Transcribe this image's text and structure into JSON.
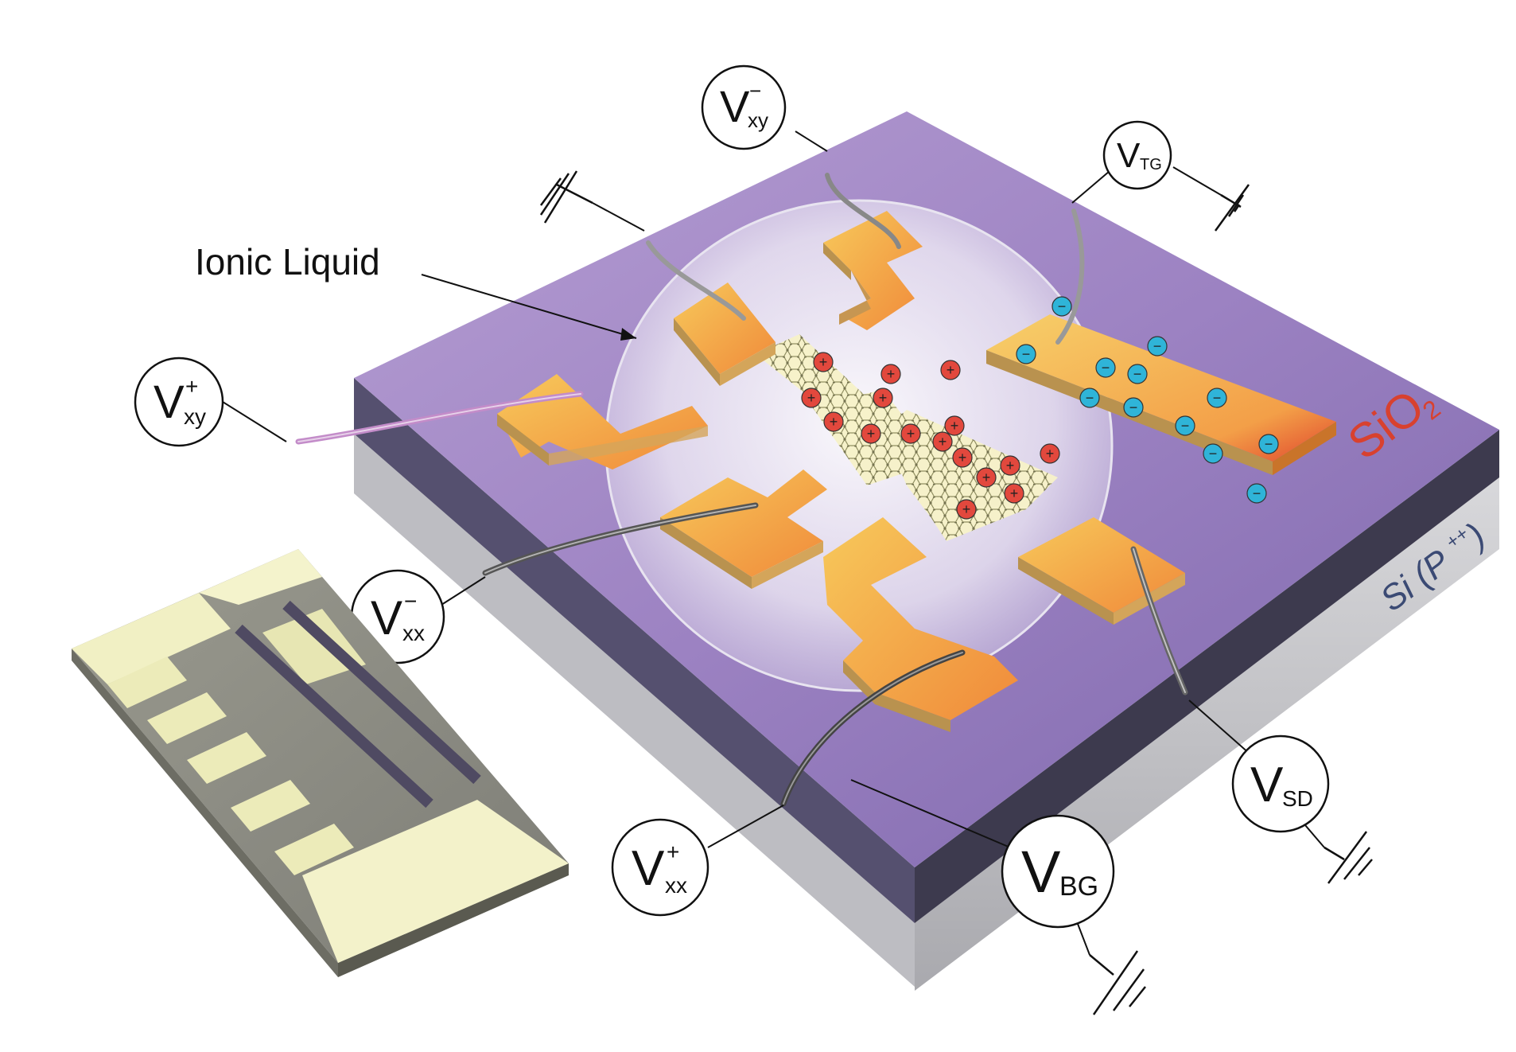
{
  "labels": {
    "ionic_liquid": "Ionic Liquid",
    "sio2": "SiO",
    "sio2_sub": "2",
    "si_main": "Si (P",
    "si_sup": "++",
    "si_close": ")",
    "v_xy_minus": {
      "main": "V",
      "sup": "−",
      "sub": "xy"
    },
    "v_xy_plus": {
      "main": "V",
      "sup": "+",
      "sub": "xy"
    },
    "v_xx_minus": {
      "main": "V",
      "sup": "−",
      "sub": "xx"
    },
    "v_xx_plus": {
      "main": "V",
      "sup": "+",
      "sub": "xx"
    },
    "v_tg": {
      "main": "V",
      "sub": "TG"
    },
    "v_sd": {
      "main": "V",
      "sub": "SD"
    },
    "v_bg": {
      "main": "V",
      "sub": "BG"
    }
  },
  "ions": {
    "positive_symbol": "+",
    "negative_symbol": "−"
  },
  "colors": {
    "sio2_top": "#a68bc7",
    "sio2_side": "#4b4466",
    "si_side": "#c9c9cc",
    "electrode": "#f2a844",
    "electrode_edge": "#c9742a",
    "positive_ion": "#e2483d",
    "negative_ion": "#2fb4d8",
    "sio2_text": "#d8412f",
    "si_text": "#3b4a74"
  }
}
